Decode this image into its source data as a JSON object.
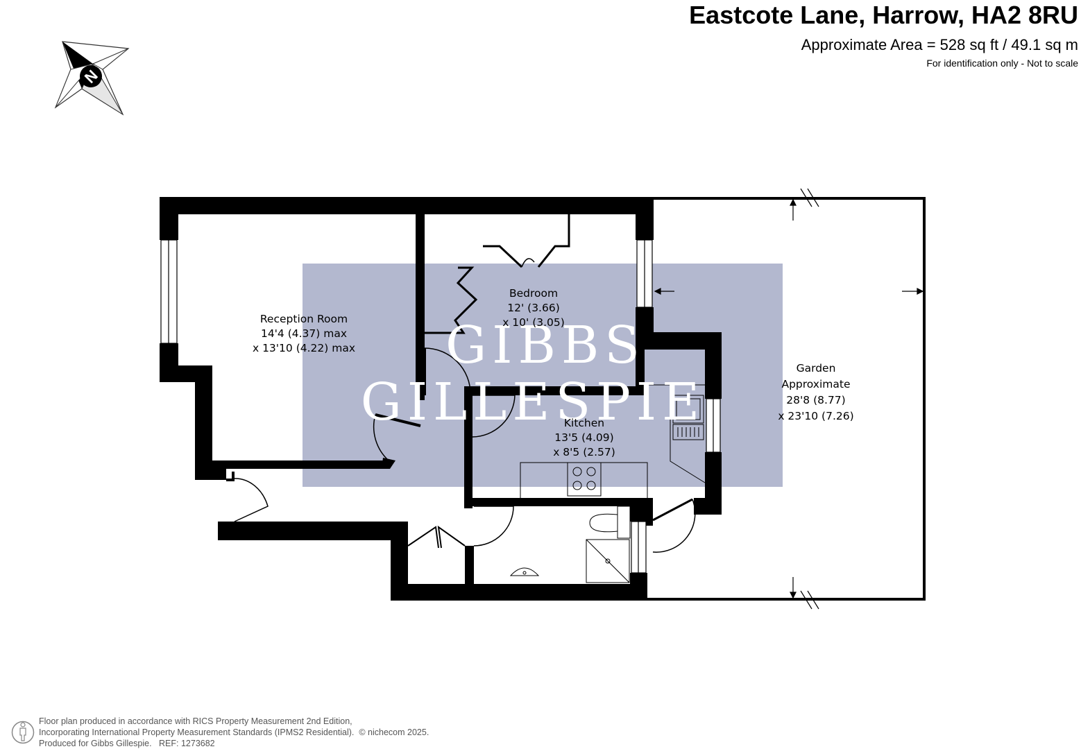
{
  "header": {
    "title": "Eastcote Lane, Harrow, HA2 8RU",
    "area": "Approximate Area = 528 sq ft / 49.1 sq m",
    "note": "For identification only - Not to scale"
  },
  "compass": {
    "label": "N",
    "icon": "compass-rose-icon"
  },
  "watermark": {
    "line1": "GIBBS",
    "line2": "GILLESPIE",
    "color": "#b3b8cf"
  },
  "rooms": {
    "reception": {
      "name": "Reception Room",
      "dim1": "14'4 (4.37) max",
      "dim2": "x 13'10 (4.22) max"
    },
    "bedroom": {
      "name": "Bedroom",
      "dim1": "12' (3.66)",
      "dim2": "x 10' (3.05)"
    },
    "kitchen": {
      "name": "Kitchen",
      "dim1": "13'5 (4.09)",
      "dim2": "x 8'5 (2.57)"
    },
    "garden": {
      "name": "Garden",
      "sub": "Approximate",
      "dim1": "28'8 (8.77)",
      "dim2": "x 23'10 (7.26)"
    }
  },
  "footer": {
    "line1": "Floor plan produced in accordance with RICS Property Measurement 2nd Edition,",
    "line2": "Incorporating International Property Measurement Standards (IPMS2 Residential).",
    "copyright": "© nichecom 2025.",
    "line3": "Produced for Gibbs Gillespie.",
    "ref": "REF:  1273682",
    "icon": "person-icon"
  },
  "colors": {
    "wall": "#000000",
    "watermark": "#b3b8cf",
    "text": "#000000"
  }
}
